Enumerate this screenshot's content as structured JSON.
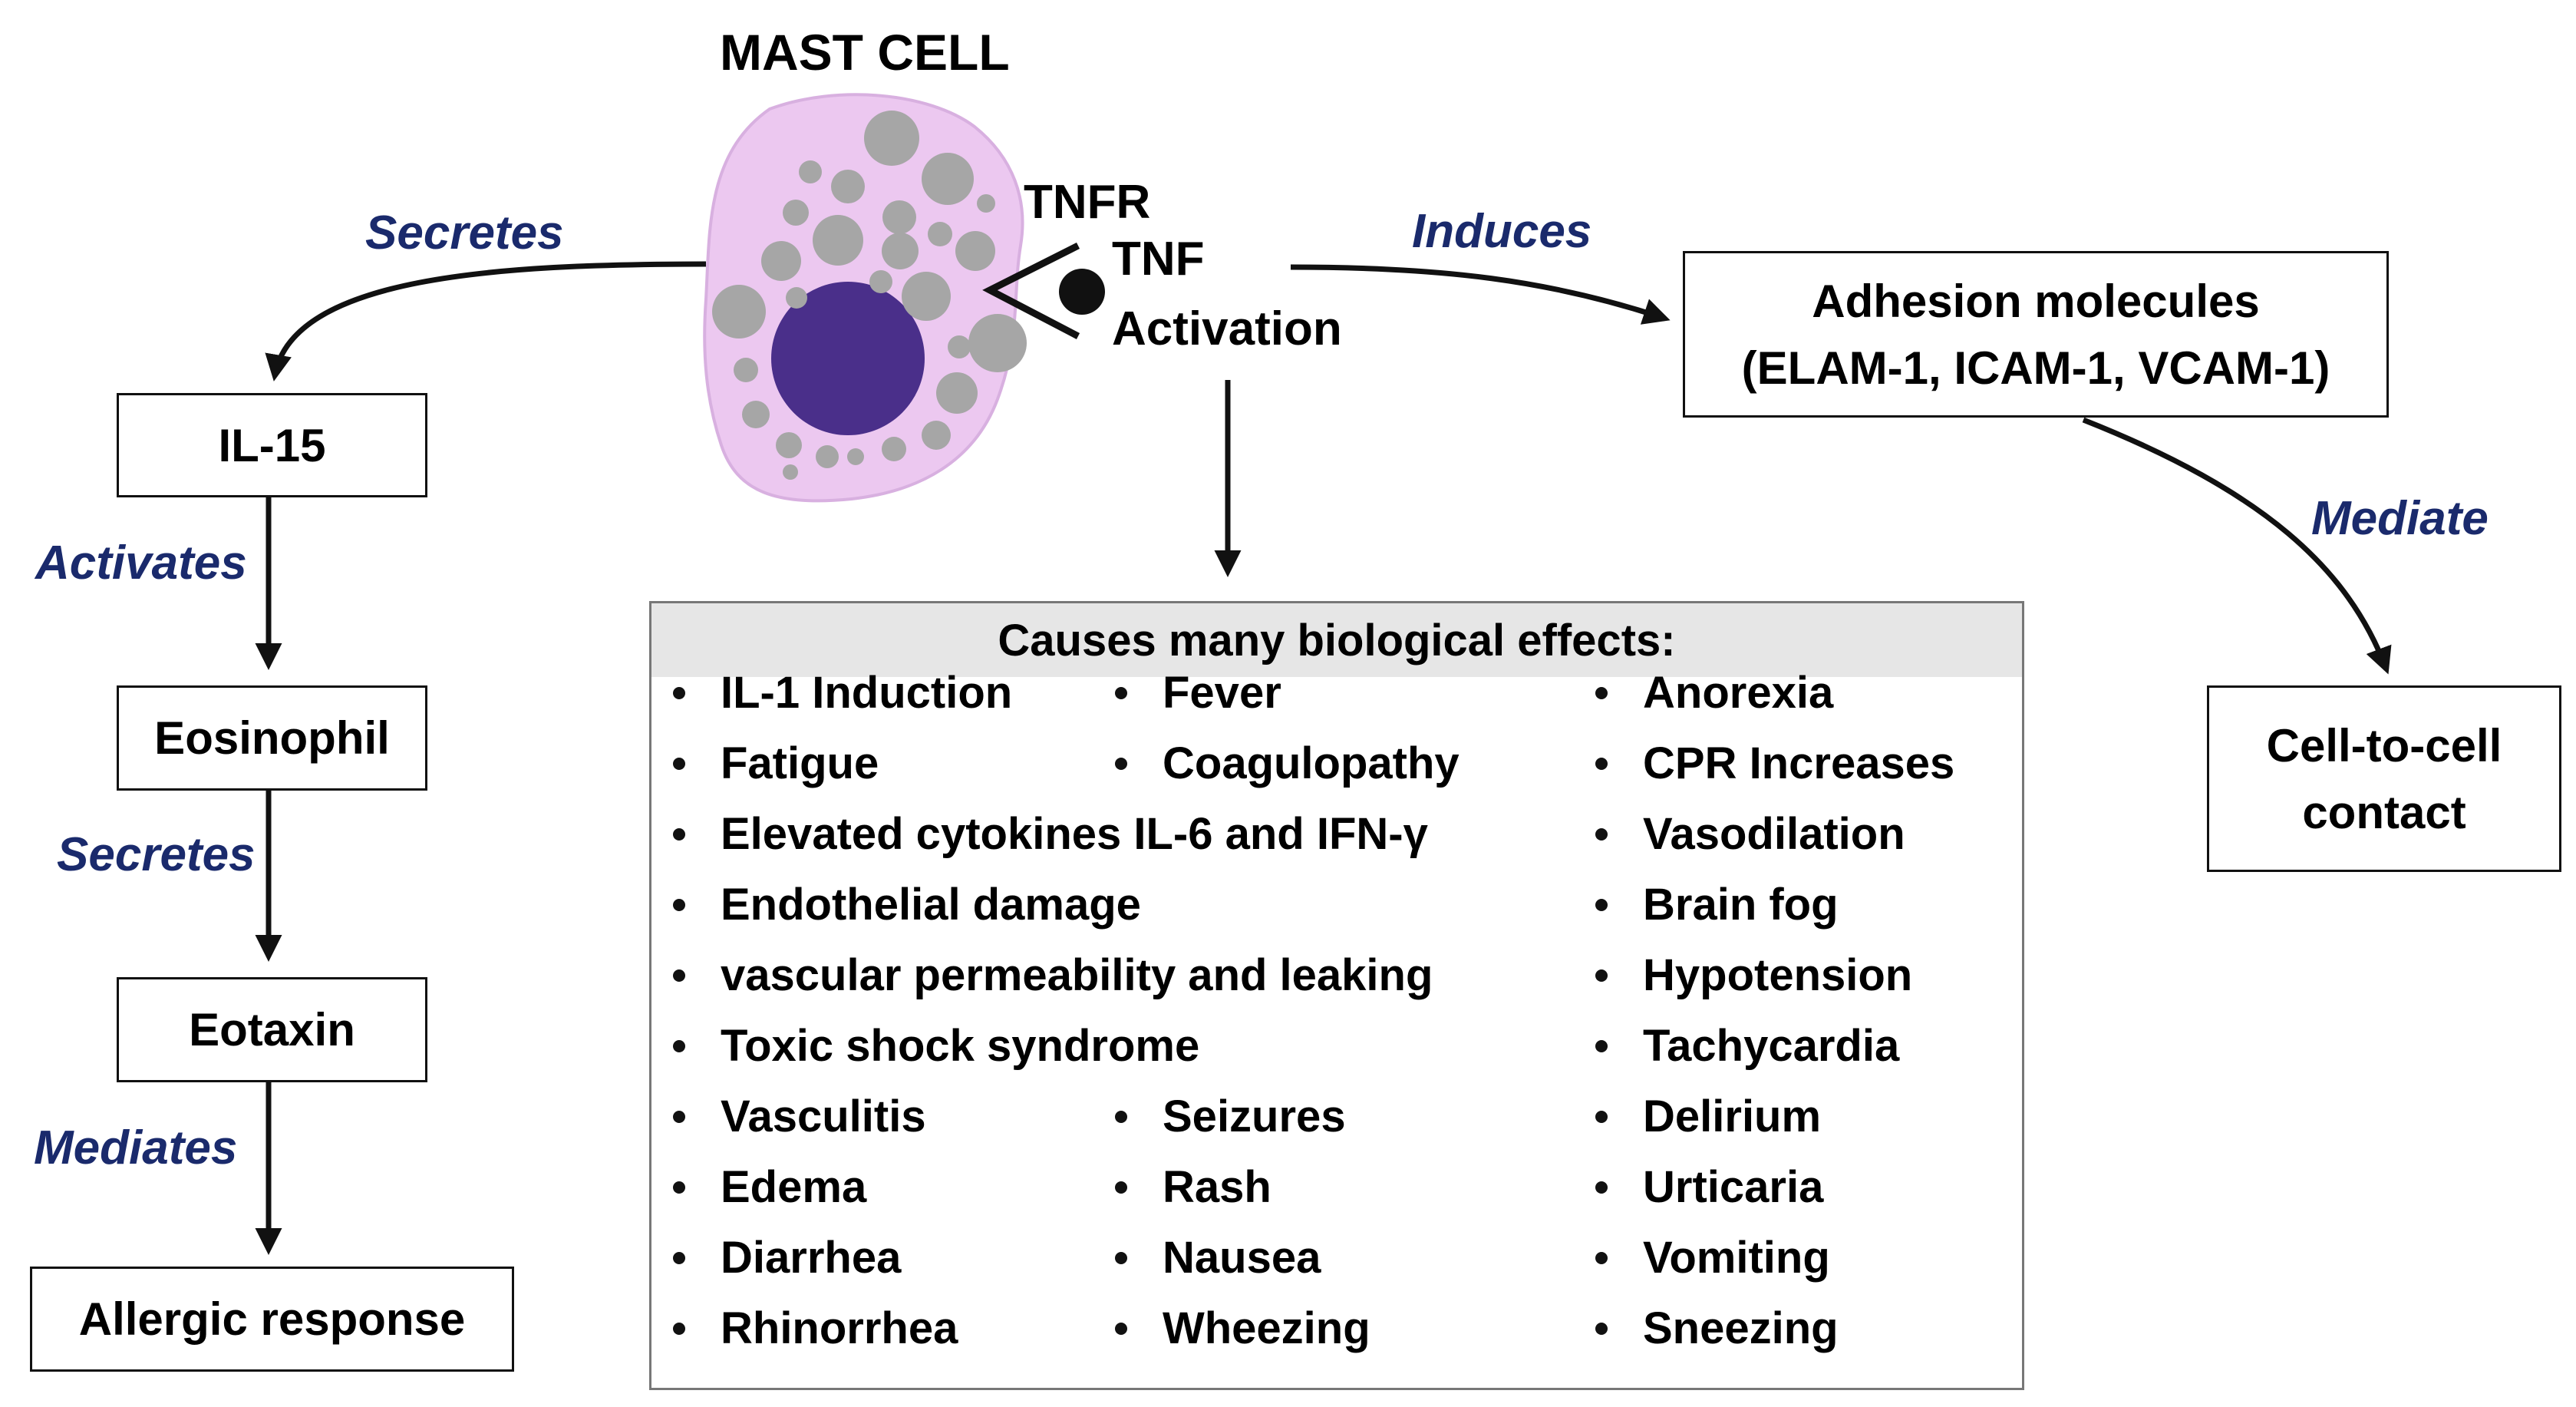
{
  "mast_cell": {
    "title": "MAST CELL",
    "receptor_label": "TNFR",
    "ligand_label": "TNF",
    "activation_label": "Activation"
  },
  "edges": {
    "secretes_1": "Secretes",
    "activates": "Activates",
    "secretes_2": "Secretes",
    "mediates": "Mediates",
    "induces": "Induces",
    "mediate": "Mediate"
  },
  "nodes": {
    "il15": "IL-15",
    "eosinophil": "Eosinophil",
    "eotaxin": "Eotaxin",
    "allergic": "Allergic response",
    "adhesion_line1": "Adhesion molecules",
    "adhesion_line2": "(ELAM-1, ICAM-1, VCAM-1)",
    "cell_contact_line1": "Cell-to-cell",
    "cell_contact_line2": "contact"
  },
  "effects": {
    "header": "Causes many biological effects:",
    "col1": [
      "IL-1 Induction",
      "Fatigue",
      "Elevated cytokines IL-6 and IFN-γ",
      "Endothelial damage",
      "vascular permeability and leaking",
      "Toxic shock syndrome",
      "Vasculitis",
      "Edema",
      "Diarrhea",
      "Rhinorrhea"
    ],
    "col2": [
      "Fever",
      "Coagulopathy",
      "",
      "",
      "",
      "",
      "Seizures",
      "Rash",
      "Nausea",
      "Wheezing"
    ],
    "col3": [
      "Anorexia",
      "CPR Increases",
      "Vasodilation",
      "Brain fog",
      "Hypotension",
      "Tachycardia",
      "Delirium",
      "Urticaria",
      "Vomiting",
      "Sneezing"
    ]
  },
  "colors": {
    "cell_body": "#ecc8f0",
    "nucleus": "#4a2f8a",
    "granule": "#a6a6a6",
    "edge_label": "#1a2a6c",
    "header_bg": "#e6e6e6"
  }
}
